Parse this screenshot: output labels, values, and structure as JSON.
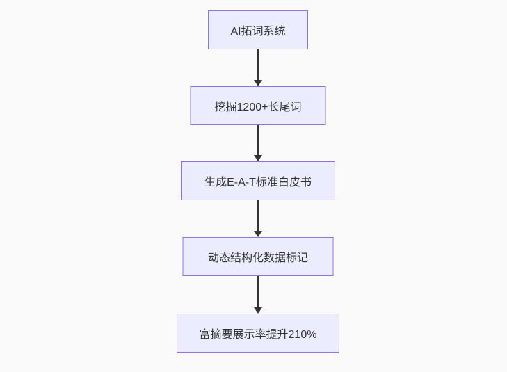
{
  "diagram": {
    "type": "flowchart",
    "direction": "top-down",
    "nodes": [
      {
        "id": "A",
        "label": "AI拓词系统"
      },
      {
        "id": "B",
        "label": "挖掘1200+长尾词"
      },
      {
        "id": "C",
        "label": "生成E-A-T标准白皮书"
      },
      {
        "id": "D",
        "label": "动态结构化数据标记"
      },
      {
        "id": "E",
        "label": "富摘要展示率提升210%"
      }
    ],
    "edges": [
      {
        "from": "A",
        "to": "B",
        "style": "arrow-down"
      },
      {
        "from": "B",
        "to": "C",
        "style": "arrow-down"
      },
      {
        "from": "C",
        "to": "D",
        "style": "arrow-down"
      },
      {
        "from": "D",
        "to": "E",
        "style": "arrow-down"
      }
    ],
    "colors": {
      "background": "#fafafa",
      "node_fill": "#ececff",
      "node_border": "#9370db",
      "text": "#333333",
      "arrow": "#333333"
    }
  }
}
